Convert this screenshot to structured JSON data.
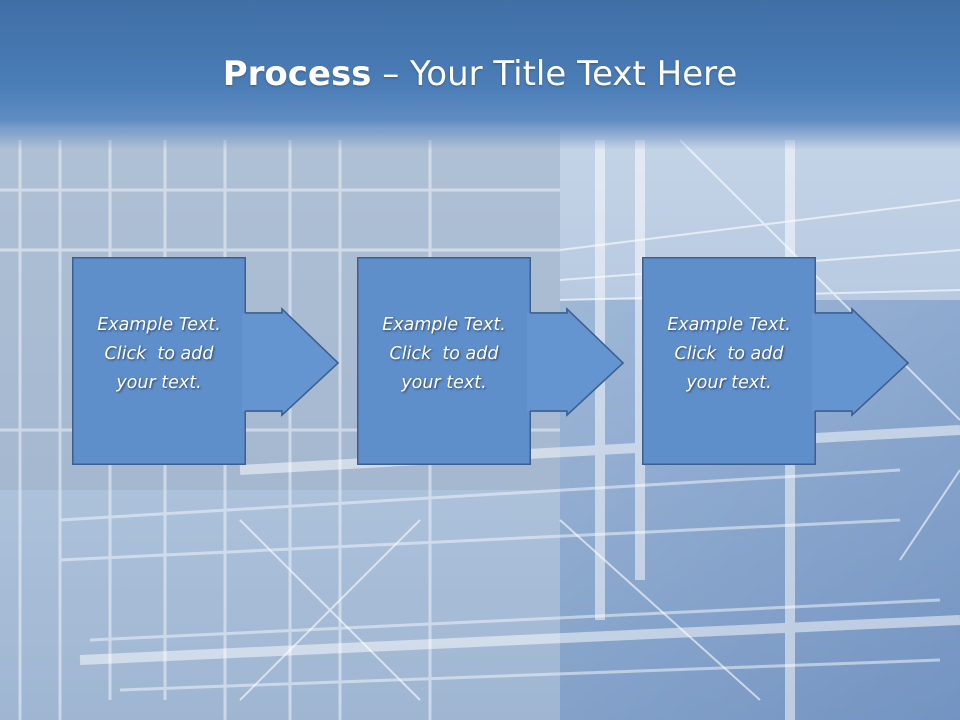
{
  "slide": {
    "title_bold": "Process",
    "title_rest": " – Your Title Text Here",
    "steps": [
      {
        "line1": "Example Text.",
        "line2": "Click  to add",
        "line3": "your text."
      },
      {
        "line1": "Example Text.",
        "line2": "Click  to add",
        "line3": "your text."
      },
      {
        "line1": "Example Text.",
        "line2": "Click  to add",
        "line3": "your text."
      }
    ]
  },
  "colors": {
    "title_bar": "#4a7cb6",
    "box_fill": "#5f8fcb",
    "box_border": "#3d5f8f",
    "arrow_fill": "#6495d0",
    "text": "#ffffff"
  }
}
